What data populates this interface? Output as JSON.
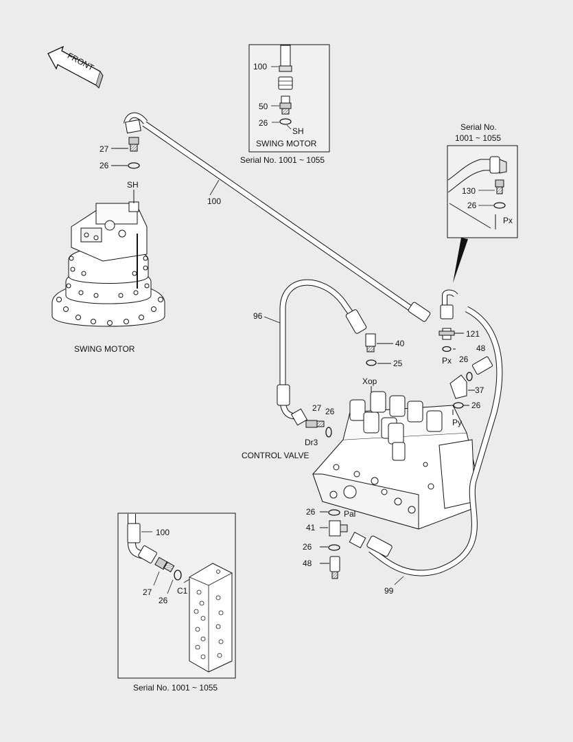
{
  "front": "FRONT",
  "swing_motor_label": "SWING MOTOR",
  "control_valve_label": "CONTROL VALVE",
  "inset_top": {
    "caption": "Serial No. 1001 ~ 1055",
    "part_100": "100",
    "part_50": "50",
    "part_26": "26",
    "port_sh": "SH",
    "title": "SWING MOTOR"
  },
  "inset_right": {
    "caption_line1": "Serial No.",
    "caption_line2": "1001 ~ 1055",
    "part_130": "130",
    "part_26": "26",
    "port_px": "Px"
  },
  "inset_bottom": {
    "caption": "Serial No. 1001 ~ 1055",
    "part_100": "100",
    "part_27": "27",
    "part_26": "26",
    "port_c1": "C1"
  },
  "callouts": {
    "motor_27": "27",
    "motor_26": "26",
    "motor_sh": "SH",
    "hose_100": "100",
    "hose_96": "96",
    "part_40": "40",
    "part_25": "25",
    "port_xop": "Xop",
    "part_27b": "27",
    "part_26b": "26",
    "port_dr3": "Dr3",
    "part_121": "121",
    "port_px": "Px",
    "part_26c": "26",
    "part_48a": "48",
    "part_37": "37",
    "part_26d": "26",
    "port_py": "Py",
    "part_26e": "26",
    "port_pal": "Pal",
    "part_41": "41",
    "part_26f": "26",
    "part_48b": "48",
    "hose_99": "99"
  }
}
